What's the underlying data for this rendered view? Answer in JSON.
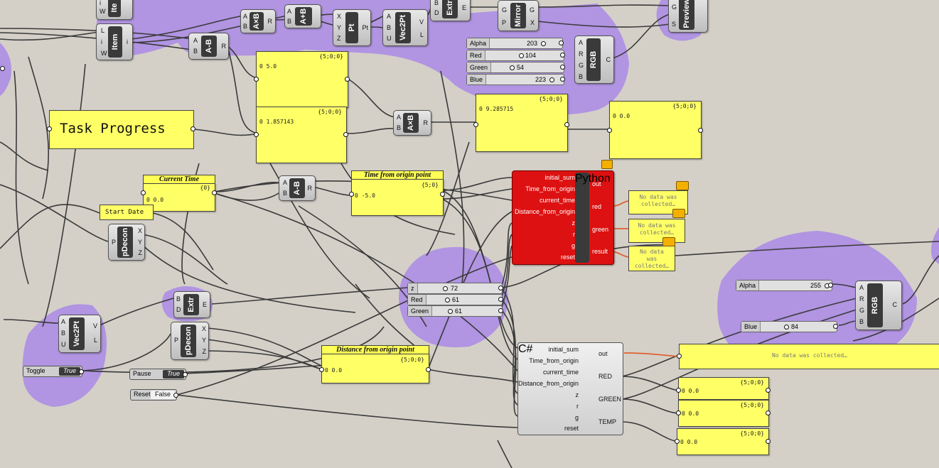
{
  "canvas": {
    "background": "#d4d0c8",
    "group_color": "#a784e8",
    "wire_color": "#3a3a3a",
    "warning_wire_color": "#e06030"
  },
  "components": {
    "item_top": {
      "nick": "Ite",
      "inputs": [
        "i",
        "W"
      ]
    },
    "item": {
      "nick": "Item",
      "inputs": [
        "L",
        "i",
        "W"
      ],
      "outputs": [
        "i"
      ]
    },
    "mult_top": {
      "nick": "A×B",
      "inputs": [
        "A",
        "B"
      ],
      "outputs": [
        "R"
      ]
    },
    "add_top": {
      "nick": "A+B",
      "inputs": [
        "A",
        "B"
      ]
    },
    "sub_top": {
      "nick": "A-B",
      "inputs": [
        "A",
        "B"
      ],
      "outputs": [
        "R"
      ]
    },
    "pt": {
      "nick": "Pt",
      "inputs": [
        "X",
        "Y",
        "Z"
      ],
      "outputs": [
        "Pt"
      ]
    },
    "vec2pt_top": {
      "nick": "Vec2Pt",
      "inputs": [
        "A",
        "B",
        "U"
      ],
      "outputs": [
        "V",
        "L"
      ]
    },
    "extr_top": {
      "nick": "Extr",
      "inputs": [
        "B",
        "D"
      ],
      "outputs": [
        "E"
      ]
    },
    "mirror": {
      "nick": "Mirror",
      "inputs": [
        "G",
        "P"
      ],
      "outputs": [
        "G",
        "X"
      ]
    },
    "preview": {
      "nick": "Preview",
      "inputs": [
        "G",
        "S"
      ]
    },
    "rgb_top": {
      "nick": "RGB",
      "inputs": [
        "A",
        "R",
        "G",
        "B"
      ],
      "outputs": [
        "C"
      ]
    },
    "mult_mid": {
      "nick": "A×B",
      "inputs": [
        "A",
        "B"
      ],
      "outputs": [
        "R"
      ]
    },
    "sub_mid": {
      "nick": "A-B",
      "inputs": [
        "A",
        "B"
      ],
      "outputs": [
        "R"
      ]
    },
    "pdecon1": {
      "nick": "pDecon",
      "inputs": [
        "P"
      ],
      "outputs": [
        "X",
        "Y",
        "Z"
      ]
    },
    "extr2": {
      "nick": "Extr",
      "inputs": [
        "B",
        "D"
      ],
      "outputs": [
        "E"
      ]
    },
    "vec2pt2": {
      "nick": "Vec2Pt",
      "inputs": [
        "A",
        "B",
        "U"
      ],
      "outputs": [
        "V",
        "L"
      ]
    },
    "pdecon2": {
      "nick": "pDecon",
      "inputs": [
        "P"
      ],
      "outputs": [
        "X",
        "Y",
        "Z"
      ]
    },
    "rgb2": {
      "nick": "RGB",
      "inputs": [
        "A",
        "R",
        "G",
        "B"
      ],
      "outputs": [
        "C"
      ]
    }
  },
  "sliders": {
    "alpha1": {
      "name": "Alpha",
      "value": "203"
    },
    "red1": {
      "name": "Red",
      "value": "104"
    },
    "green1": {
      "name": "Green",
      "value": "54"
    },
    "blue1": {
      "name": "Blue",
      "value": "223"
    },
    "z": {
      "name": "z",
      "value": "72"
    },
    "red2": {
      "name": "Red",
      "value": "61"
    },
    "green2": {
      "name": "Green",
      "value": "61"
    },
    "alpha2": {
      "name": "Alpha",
      "value": "255"
    },
    "blue2": {
      "name": "Blue",
      "value": "84"
    }
  },
  "panels": {
    "p5": {
      "header": "{5;0;0}",
      "value": "0 5.0"
    },
    "p1857": {
      "header": "{5;0;0}",
      "value": "0 1.857143"
    },
    "p9285": {
      "header": "{5;0;0}",
      "value": "0 9.285715"
    },
    "p00": {
      "header": "{5;0;0}",
      "value": "0 0.0"
    },
    "current_time": {
      "title": "Current Time",
      "header": "{0}",
      "value": "0 0.0"
    },
    "time_origin": {
      "title": "Time from origin point",
      "header": "{5;0}",
      "value": "0 -5.0"
    },
    "distance_origin": {
      "title": "Distance from origin point",
      "header": "{5;0;0}",
      "value": "0 0.0"
    },
    "out_red": {
      "header": "{5;0;0}",
      "value": "0 0.0"
    },
    "out_green": {
      "header": "{5;0;0}",
      "value": "0 0.0"
    },
    "out_temp": {
      "header": "{5;0;0}",
      "value": "0 0.0"
    }
  },
  "labels": {
    "task_progress": "Task Progress",
    "start_date": "Start Date"
  },
  "toggles": {
    "toggle": {
      "name": "Toggle",
      "value": "True"
    },
    "pause": {
      "name": "Pause",
      "value": "True"
    },
    "reset": {
      "name": "Reset",
      "value": "False"
    }
  },
  "python": {
    "nick": "Python",
    "inputs": [
      "initial_sum",
      "Time_from_origin",
      "current_time",
      "Distance_from_origin",
      "z",
      "r",
      "g",
      "reset"
    ],
    "outputs": [
      "out",
      "red",
      "green",
      "result"
    ],
    "notes": [
      "No data was collected…",
      "No data was collected…",
      "No data was collected…"
    ]
  },
  "csharp": {
    "nick": "C#",
    "inputs": [
      "initial_sum",
      "Time_from_origin",
      "current_time",
      "Distance_from_origin",
      "z",
      "r",
      "g",
      "reset"
    ],
    "outputs": [
      "out",
      "RED",
      "GREEN",
      "TEMP"
    ],
    "out_panel": "No data was collected…"
  }
}
